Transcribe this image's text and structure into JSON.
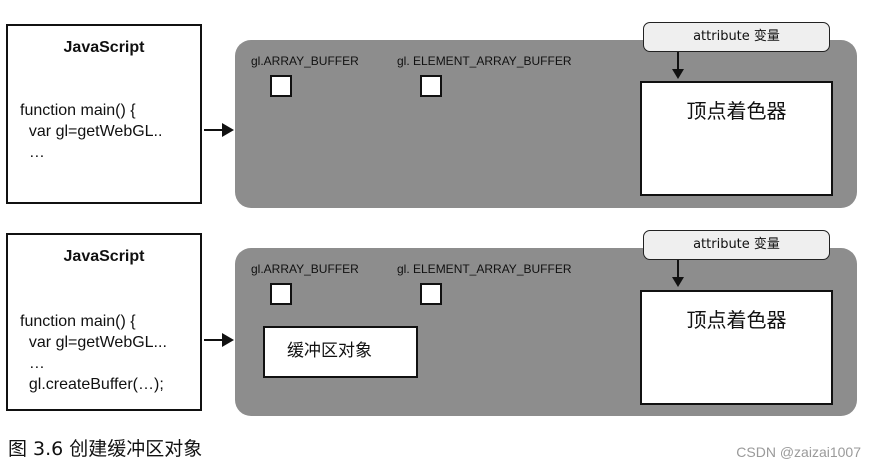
{
  "panel_top": {
    "js_title": "JavaScript",
    "code_lines": [
      "function main() {",
      "  var gl=getWebGL..",
      "  …"
    ],
    "buffer_labels": [
      "gl.ARRAY_BUFFER",
      "gl. ELEMENT_ARRAY_BUFFER"
    ],
    "attribute_tag": "attribute 变量",
    "shader_label": "顶点着色器"
  },
  "panel_bottom": {
    "js_title": "JavaScript",
    "code_lines": [
      "function main() {",
      "  var gl=getWebGL...",
      "  …",
      "  gl.createBuffer(…);"
    ],
    "buffer_labels": [
      "gl.ARRAY_BUFFER",
      "gl. ELEMENT_ARRAY_BUFFER"
    ],
    "attribute_tag": "attribute 变量",
    "shader_label": "顶点着色器",
    "buffer_object_label": "缓冲区对象"
  },
  "caption": "图 3.6  创建缓冲区对象",
  "watermark": "CSDN @zaizai1007",
  "colors": {
    "panel_gray": "#8d8d8d",
    "tag_fill": "#efefef",
    "line": "#111111"
  }
}
